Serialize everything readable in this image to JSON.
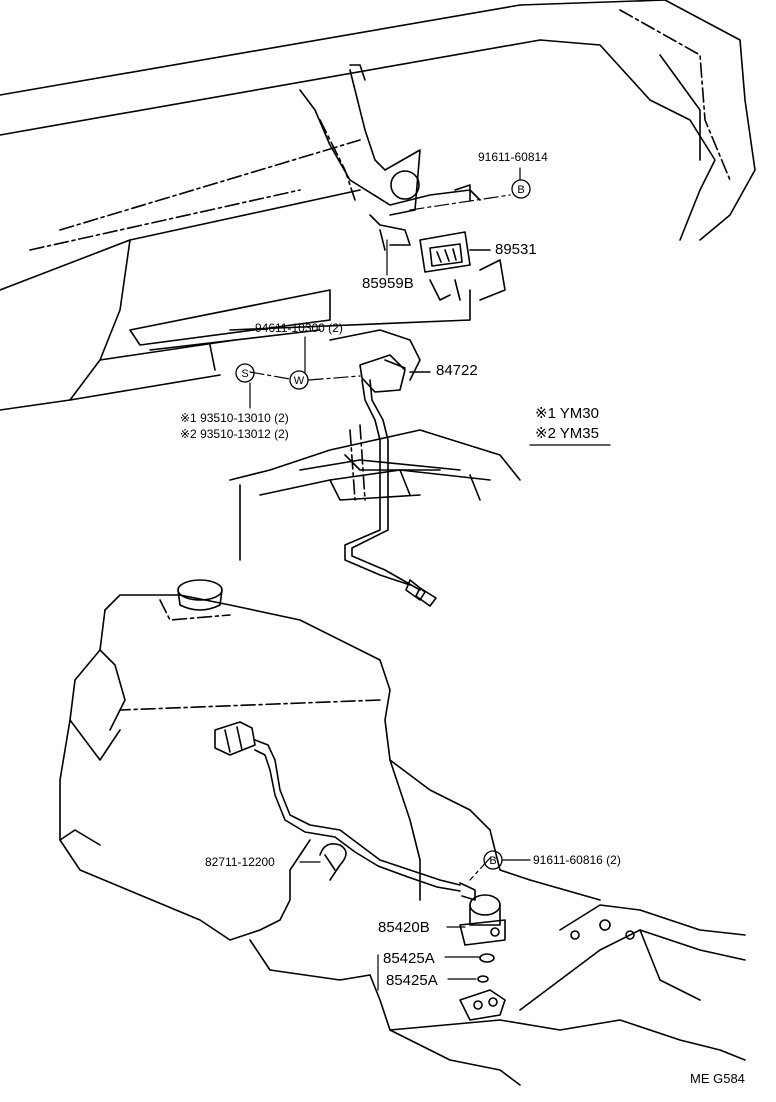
{
  "labels": {
    "p91611_60814": "91611-60814",
    "p89531": "89531",
    "p85959B": "85959B",
    "p94611_10300": "94611-10300 (2)",
    "p84722": "84722",
    "p93510_13010": "※1 93510-13010 (2)",
    "p93510_13012": "※2 93510-13012 (2)",
    "ym30": "※1 YM30",
    "ym35": "※2 YM35",
    "p82711_12200": "82711-12200",
    "p91611_60816": "91611-60816 (2)",
    "p85420B": "85420B",
    "p85425A_1": "85425A",
    "p85425A_2": "85425A",
    "code": "ME  G584"
  },
  "symbols": {
    "b_top": "B",
    "b_bottom": "B",
    "s": "S",
    "w": "W"
  }
}
